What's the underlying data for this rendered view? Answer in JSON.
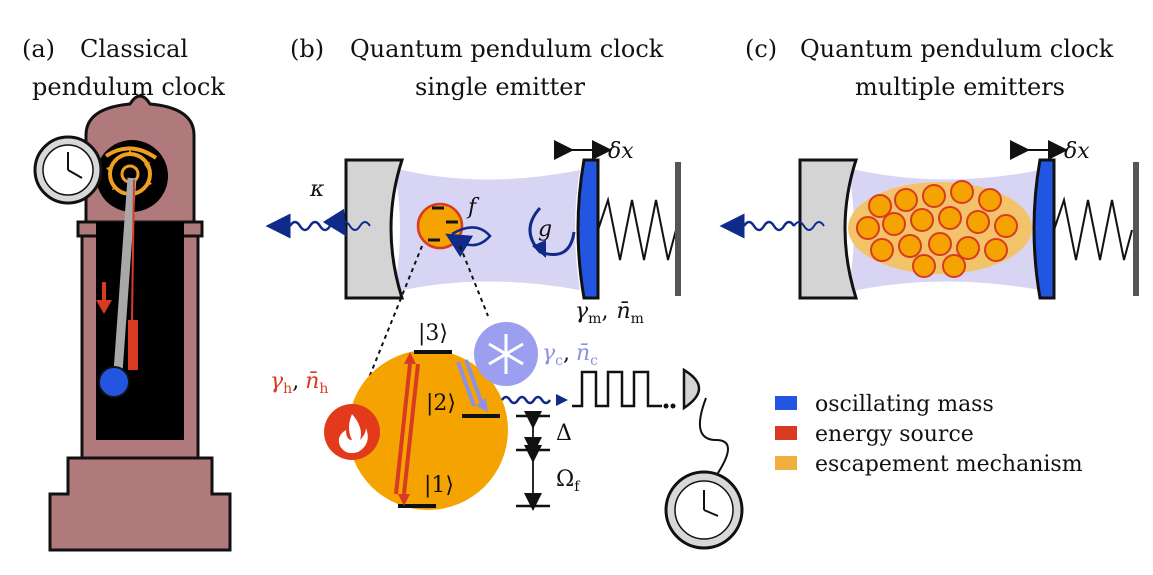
{
  "panels": {
    "a": {
      "letter": "(a)",
      "title_line1": "Classical",
      "title_line2": "pendulum clock"
    },
    "b": {
      "letter": "(b)",
      "title_line1": "Quantum pendulum clock",
      "title_line2": "single emitter"
    },
    "c": {
      "letter": "(c)",
      "title_line1": "Quantum pendulum clock",
      "title_line2": "multiple emitters"
    }
  },
  "symbols": {
    "kappa": "κ",
    "f": "f",
    "g": "g",
    "delta_x": "δx",
    "gamma_m": "γ",
    "gamma_m_sub": "m",
    "nbar_m": "n̄",
    "nbar_m_sub": "m",
    "gamma_h": "γ",
    "gamma_h_sub": "h",
    "nbar_h": "n̄",
    "nbar_h_sub": "h",
    "gamma_c": "γ",
    "gamma_c_sub": "c",
    "nbar_c": "n̄",
    "nbar_c_sub": "c",
    "level3": "|3⟩",
    "level2": "|2⟩",
    "level1": "|1⟩",
    "Delta": "Δ",
    "Omega_f": "Ω",
    "Omega_f_sub": "f",
    "comma": ","
  },
  "legend": [
    {
      "label": "oscillating mass",
      "color": "#2255e0"
    },
    {
      "label": "energy source",
      "color": "#d93a22"
    },
    {
      "label": "escapement mechanism",
      "color": "#f0b040"
    }
  ],
  "colors": {
    "case": "#b07a7c",
    "cavity": "#d8d4f4",
    "mirror": "#d4d4d4",
    "mass": "#2255e0",
    "orange": "#f5a300",
    "red": "#d93a22",
    "cold": "#8e90e4",
    "photon": "#102a8a"
  }
}
